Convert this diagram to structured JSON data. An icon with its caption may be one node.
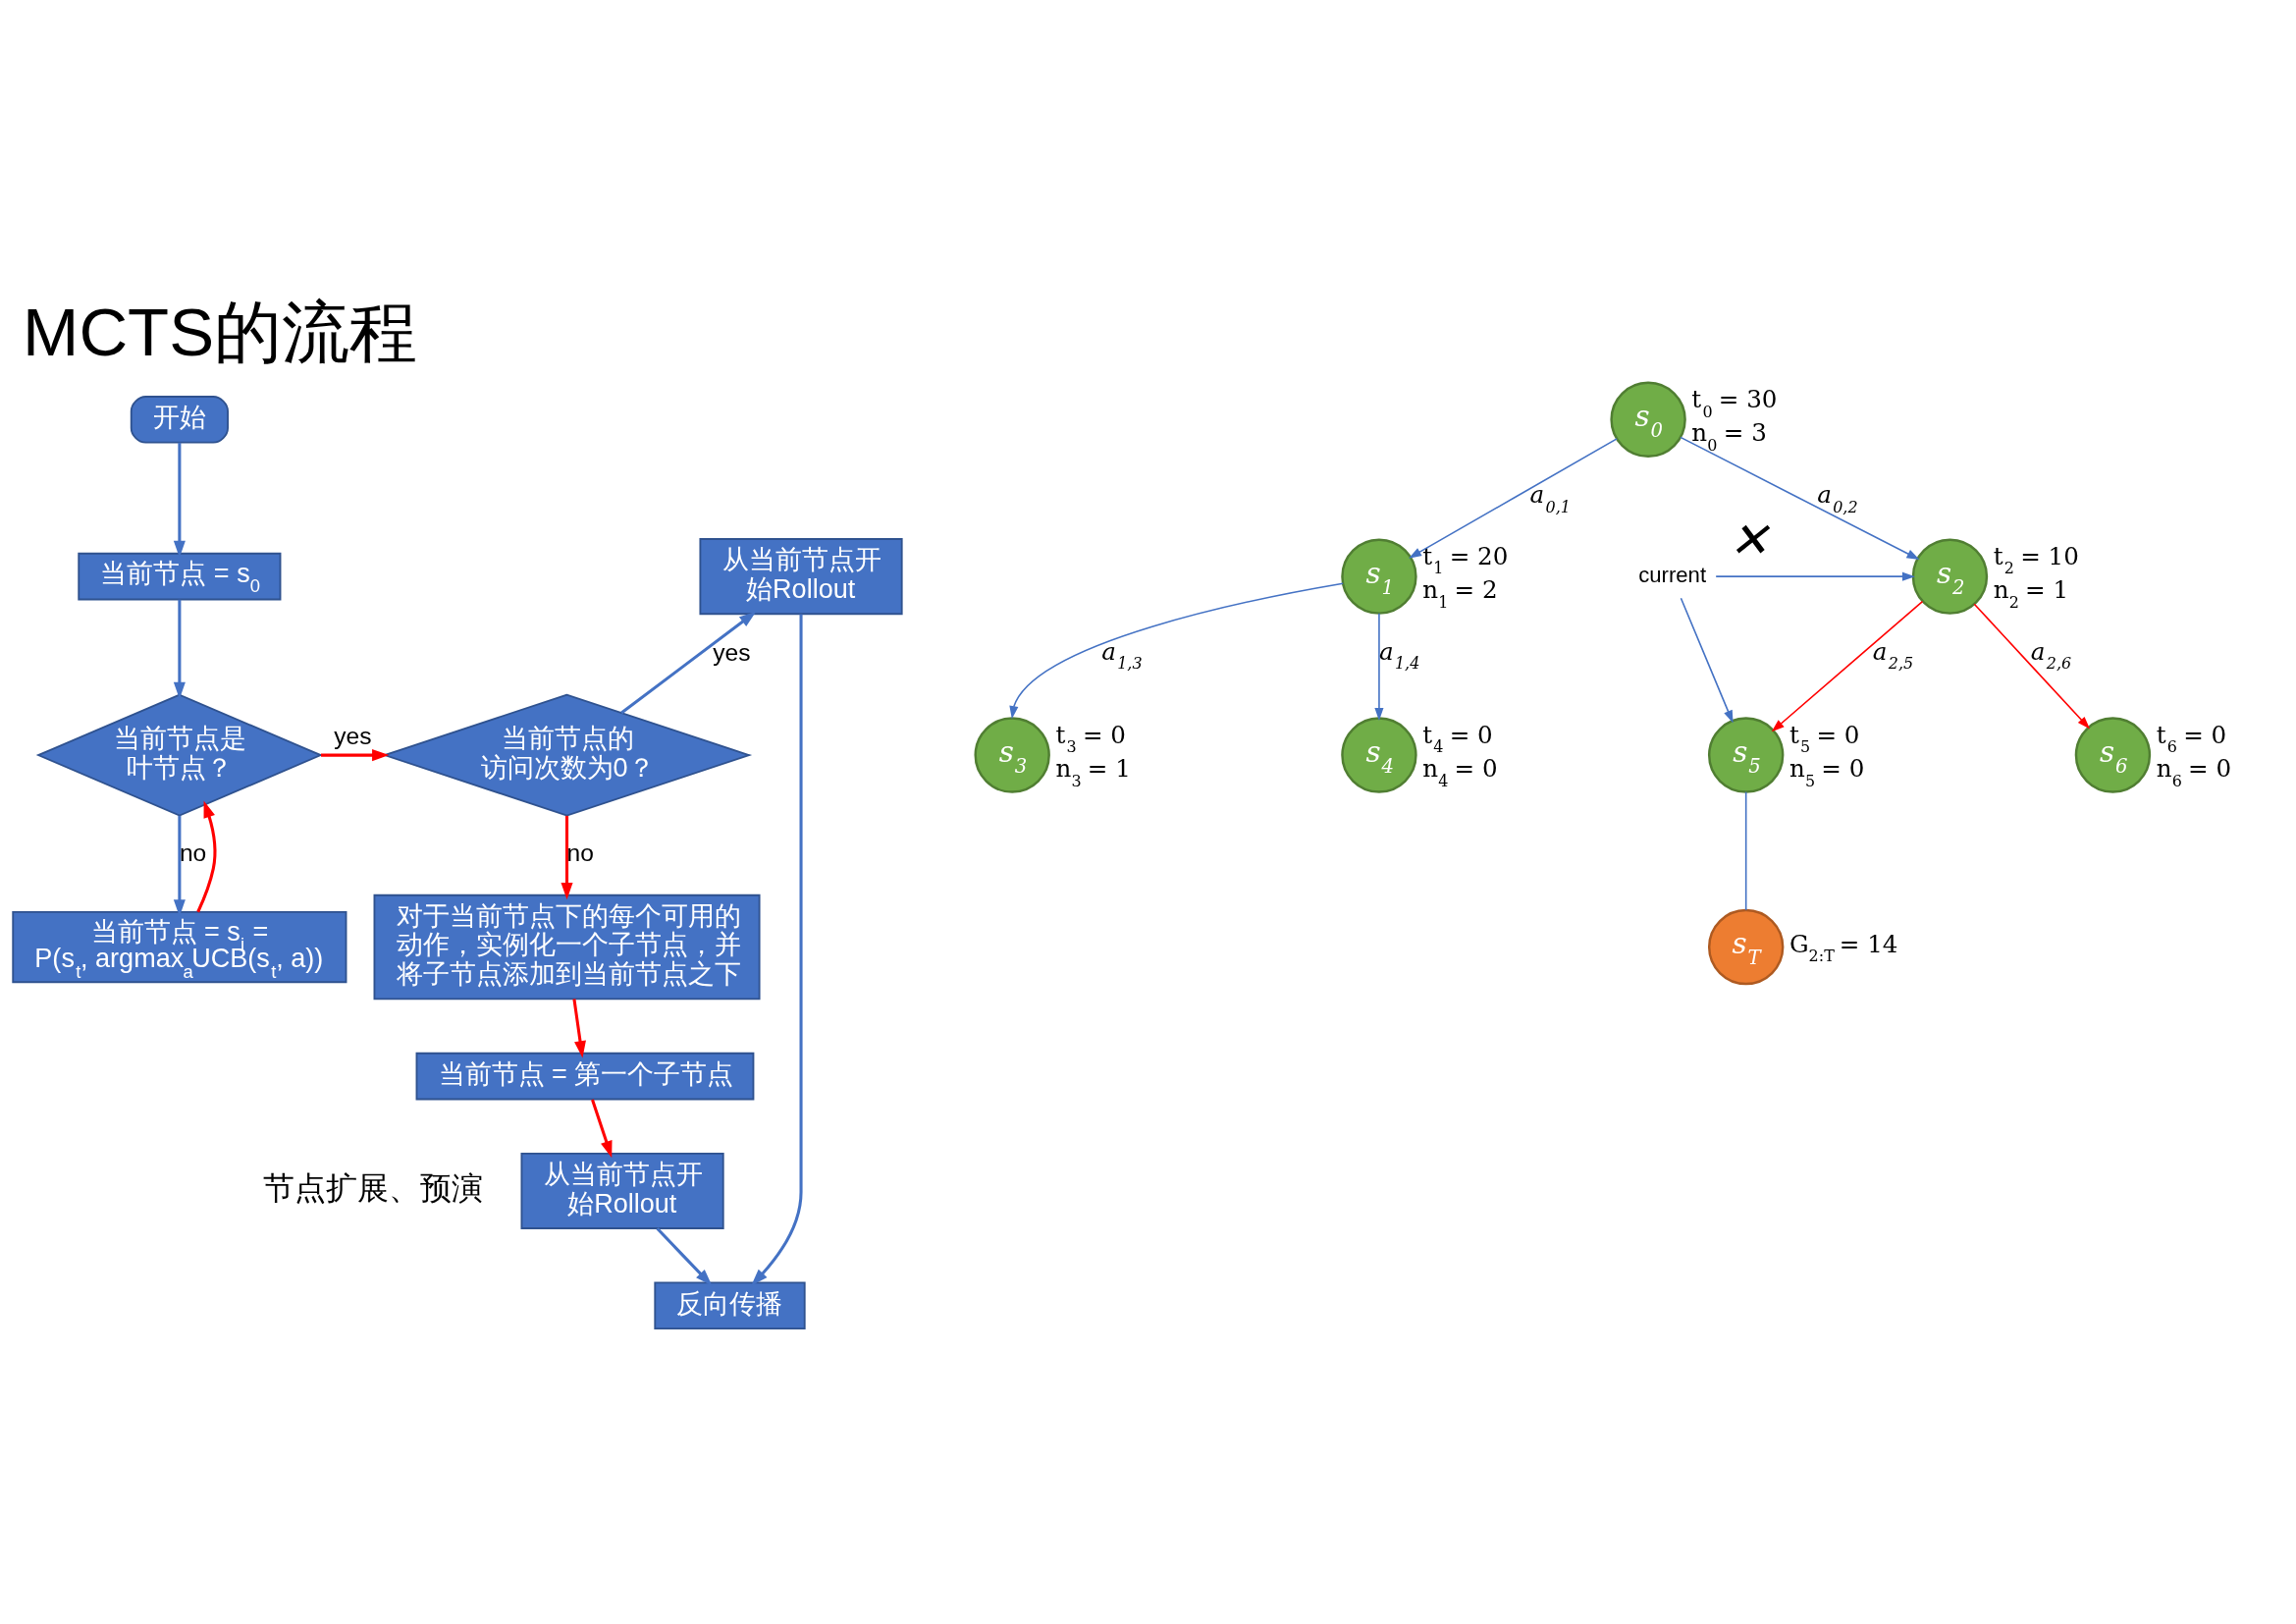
{
  "diagram": {
    "title": "MCTS的流程",
    "nodes": [
      {
        "text": [
          "开始"
        ]
      },
      {
        "text": [
          "当前节点 = s$_{0}$"
        ]
      },
      {
        "text": [
          "当前节点是叶节点？"
        ]
      },
      {
        "text": [
          "当前节点 = s$_{i}$ = P(s$_{t}$, argmax$_{a}$UCB(s$_{t}$, a))"
        ]
      },
      {
        "text": [
          "当前节点的访问次数为0？"
        ]
      },
      {
        "text": [
          "从当前节点开始Rollout"
        ]
      },
      {
        "text": [
          "对于当前节点下的每个可用的动作，实例化一个子节点，并将子节点添加到当前节点之下"
        ]
      },
      {
        "text": [
          "当前节点 = 第一个子节点"
        ]
      },
      {
        "text": [
          "从当前节点开始Rollout"
        ]
      },
      {
        "text": [
          "反向传播"
        ]
      },
      {
        "text": [
          "s$_{0}$"
        ],
        "beside": [
          "t$_{0}$ = 30",
          "n$_{0}$ = 3"
        ]
      },
      {
        "text": [
          "s$_{1}$"
        ],
        "beside": [
          "t$_{1}$ = 20",
          "n$_{1}$ = 2"
        ]
      },
      {
        "text": [
          "current"
        ]
      },
      {
        "text": [
          "s$_{2}$"
        ],
        "beside": [
          "t$_{2}$ = 10",
          "n$_{2}$ = 1"
        ]
      },
      {
        "text": [
          "s$_{3}$"
        ],
        "beside": [
          "t$_{3}$ = 0",
          "n$_{3}$ = 1"
        ]
      },
      {
        "text": [
          "s$_{4}$"
        ],
        "beside": [
          "t$_{4}$ = 0",
          "n$_{4}$ = 0"
        ]
      },
      {
        "text": [
          "s$_{5}$"
        ],
        "beside": [
          "t$_{5}$ = 0",
          "n$_{5}$ = 0"
        ]
      },
      {
        "text": [
          "s$_{6}$"
        ],
        "beside": [
          "t$_{6}$ = 0",
          "n$_{6}$ = 0"
        ]
      },
      {
        "text": [
          "s$_{T}$"
        ],
        "beside": [
          "G$_{2:T}$ = 14"
        ]
      }
    ],
    "edges": [
      {
        "from": 0,
        "to": 1,
        "arrow": "to"
      },
      {
        "from": 1,
        "to": 2,
        "arrow": "to"
      },
      {
        "from": 2,
        "to": 3,
        "arrow": "to",
        "label": "no"
      },
      {
        "from": 3,
        "to": 2,
        "arrow": "to",
        "color": "#ff0000"
      },
      {
        "from": 2,
        "to": 4,
        "arrow": "to",
        "label": "yes",
        "color": "#ff0000"
      },
      {
        "from": 4,
        "to": 5,
        "arrow": "to",
        "label": "yes"
      },
      {
        "from": 4,
        "to": 6,
        "arrow": "to",
        "label": "no",
        "color": "#ff0000"
      },
      {
        "from": 6,
        "to": 7,
        "arrow": "to",
        "color": "#ff0000"
      },
      {
        "from": 7,
        "to": 8,
        "arrow": "to",
        "color": "#ff0000"
      },
      {
        "from": 8,
        "to": 9,
        "arrow": "to"
      },
      {
        "from": 5,
        "to": 9,
        "arrow": "to"
      },
      {
        "from": 10,
        "to": 11,
        "arrow": "to",
        "label": "a$_{0,1}$"
      },
      {
        "from": 10,
        "to": 13,
        "arrow": "to",
        "label": "a$_{0,2}$"
      },
      {
        "from": 11,
        "to": 14,
        "arrow": "to",
        "label": "a$_{1,3}$"
      },
      {
        "from": 11,
        "to": 15,
        "arrow": "to",
        "label": "a$_{1,4}$"
      },
      {
        "from": 12,
        "to": 13,
        "arrow": "to",
        "label": "✕"
      },
      {
        "from": 12,
        "to": 16,
        "arrow": "to"
      },
      {
        "from": 13,
        "to": 16,
        "arrow": "to",
        "label": "a$_{2,5}$",
        "color": "#ff0000"
      },
      {
        "from": 13,
        "to": 17,
        "arrow": "to",
        "label": "a$_{2,6}$",
        "color": "#ff0000"
      },
      {
        "from": 16,
        "to": 18,
        "arrow": "none"
      }
    ],
    "labels": [
      "节点扩展、预演"
    ]
  }
}
